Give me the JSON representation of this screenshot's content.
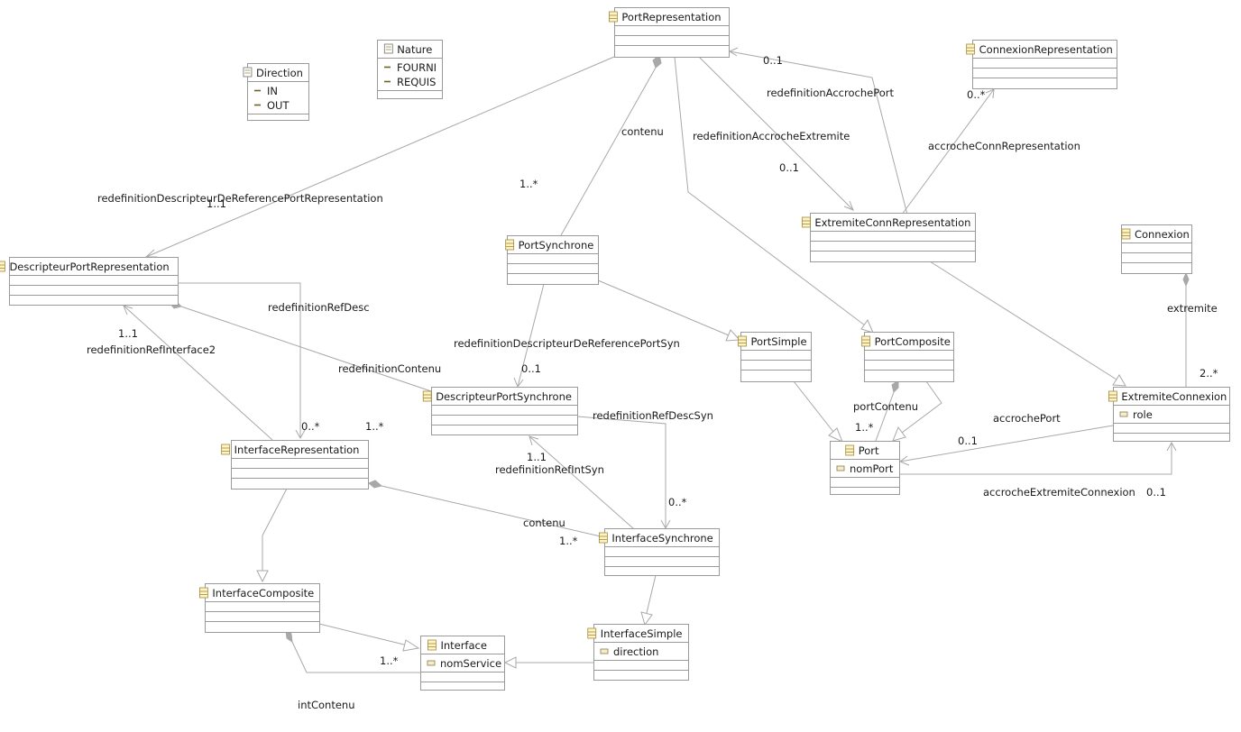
{
  "classes": [
    {
      "id": "PortRepresentation",
      "name": "PortRepresentation",
      "kind": "class",
      "attributes": []
    },
    {
      "id": "Nature",
      "name": "Nature",
      "kind": "enum",
      "attributes": [
        "FOURNI",
        "REQUIS"
      ]
    },
    {
      "id": "Direction",
      "name": "Direction",
      "kind": "enum",
      "attributes": [
        "IN",
        "OUT"
      ]
    },
    {
      "id": "ConnexionRepresentation",
      "name": "ConnexionRepresentation",
      "kind": "class",
      "attributes": []
    },
    {
      "id": "ExtremiteConnRepresentation",
      "name": "ExtremiteConnRepresentation",
      "kind": "class",
      "attributes": []
    },
    {
      "id": "Connexion",
      "name": "Connexion",
      "kind": "class",
      "attributes": []
    },
    {
      "id": "PortSynchrone",
      "name": "PortSynchrone",
      "kind": "class",
      "attributes": []
    },
    {
      "id": "DescripteurPortRepresentation",
      "name": "DescripteurPortRepresentation",
      "kind": "class",
      "attributes": []
    },
    {
      "id": "PortSimple",
      "name": "PortSimple",
      "kind": "class",
      "attributes": []
    },
    {
      "id": "PortComposite",
      "name": "PortComposite",
      "kind": "class",
      "attributes": []
    },
    {
      "id": "DescripteurPortSynchrone",
      "name": "DescripteurPortSynchrone",
      "kind": "class",
      "attributes": []
    },
    {
      "id": "ExtremiteConnexion",
      "name": "ExtremiteConnexion",
      "kind": "class",
      "attributes": [
        "role"
      ]
    },
    {
      "id": "InterfaceRepresentation",
      "name": "InterfaceRepresentation",
      "kind": "class",
      "attributes": []
    },
    {
      "id": "Port",
      "name": "Port",
      "kind": "class",
      "attributes": [
        "nomPort"
      ]
    },
    {
      "id": "InterfaceSynchrone",
      "name": "InterfaceSynchrone",
      "kind": "class",
      "attributes": []
    },
    {
      "id": "InterfaceComposite",
      "name": "InterfaceComposite",
      "kind": "class",
      "attributes": []
    },
    {
      "id": "InterfaceSimple",
      "name": "InterfaceSimple",
      "kind": "class",
      "attributes": [
        "direction"
      ]
    },
    {
      "id": "Interface",
      "name": "Interface",
      "kind": "class",
      "attributes": [
        "nomService"
      ]
    }
  ],
  "labels": {
    "redefinitionAccrochePort": "redefinitionAccrochePort",
    "redefinitionAccrochePort_mult": "0..1",
    "accrocheConnRepresentation": "accrocheConnRepresentation",
    "accrocheConnRepresentation_mult": "0..*",
    "redefinitionAccrocheExtremite": "redefinitionAccrocheExtremite",
    "redefinitionAccrocheExtremite_mult": "0..1",
    "contenu_top": "contenu",
    "contenu_top_mult": "1..*",
    "redefinitionDescripteurDeReferencePortRepresentation": "redefinitionDescripteurDeReferencePortRepresentation",
    "redefinitionDescripteurDeReferencePortRepresentation_mult": "1..1",
    "redefinitionRefDesc": "redefinitionRefDesc",
    "redefinitionRefDesc_mult": "0..*",
    "redefinitionRefInterface2": "redefinitionRefInterface2",
    "redefinitionRefInterface2_mult": "1..1",
    "redefinitionContenu": "redefinitionContenu",
    "redefinitionContenu_mult": "1..*",
    "redefinitionDescripteurDeReferencePortSyn": "redefinitionDescripteurDeReferencePortSyn",
    "redefinitionDescripteurDeReferencePortSyn_mult": "0..1",
    "redefinitionRefDescSyn": "redefinitionRefDescSyn",
    "redefinitionRefDescSyn_mult": "0..*",
    "redefinitionRefIntSyn": "redefinitionRefIntSyn",
    "redefinitionRefIntSyn_mult": "1..1",
    "contenu_mid": "contenu",
    "contenu_mid_mult": "1..*",
    "extremite": "extremite",
    "extremite_mult": "2..*",
    "portContenu": "portContenu",
    "portContenu_mult": "1..*",
    "accrochePort": "accrochePort",
    "accrochePort_mult": "0..1",
    "accrocheExtremiteConnexion": "accrocheExtremiteConnexion",
    "accrocheExtremiteConnexion_mult": "0..1",
    "intContenu": "intContenu",
    "intContenu_mult": "1..*"
  },
  "colors": {
    "line": "#a8a8a8",
    "box_border": "#9a9a9a",
    "text": "#1a1a1a",
    "class_icon": "#fff3c4"
  }
}
